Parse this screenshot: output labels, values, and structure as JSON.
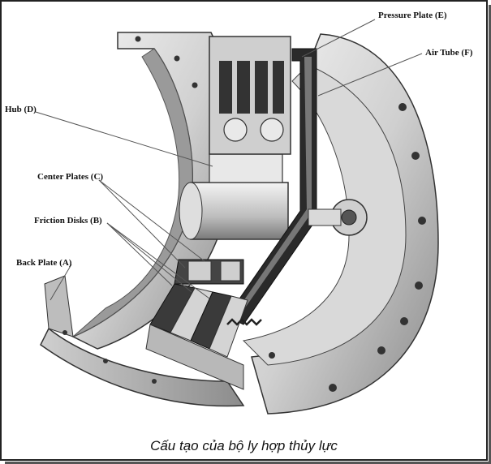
{
  "labels": {
    "pressure_plate": "Pressure Plate (E)",
    "air_tube": "Air Tube (F)",
    "hub": "Hub (D)",
    "center_plates": "Center Plates (C)",
    "friction_disks": "Friction Disks (B)",
    "back_plate": "Back Plate (A)"
  },
  "caption": "Cấu tạo của bộ ly hợp thủy lực",
  "colors": {
    "metal_light": "#e6e6e6",
    "metal_mid": "#b3b3b3",
    "metal_dark": "#6e6e6e",
    "ink": "#111111"
  }
}
